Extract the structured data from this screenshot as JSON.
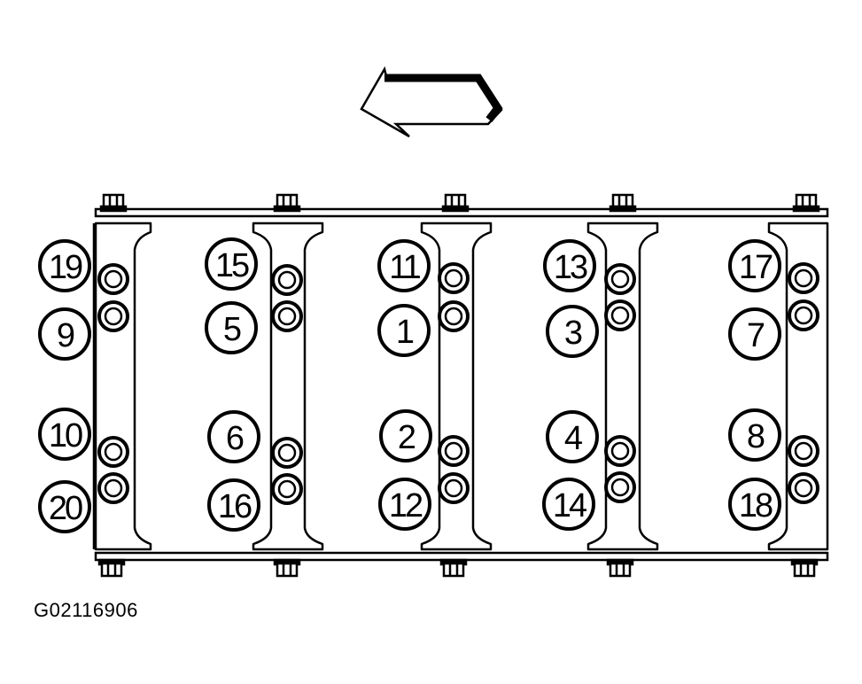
{
  "figure": {
    "id": "G02116906"
  },
  "direction_arrow": {
    "icon": "left-arrow-icon"
  },
  "sequence_labels": {
    "b1": {
      "top_outer": "19",
      "top_inner": "9",
      "bot_inner": "10",
      "bot_outer": "20"
    },
    "b2": {
      "top_outer": "15",
      "top_inner": "5",
      "bot_inner": "6",
      "bot_outer": "16"
    },
    "b3": {
      "top_outer": "11",
      "top_inner": "1",
      "bot_inner": "2",
      "bot_outer": "12"
    },
    "b4": {
      "top_outer": "13",
      "top_inner": "3",
      "bot_inner": "4",
      "bot_outer": "14"
    },
    "b5": {
      "top_outer": "17",
      "top_inner": "7",
      "bot_inner": "8",
      "bot_outer": "18"
    }
  },
  "colors": {
    "line": "#000000",
    "background": "#ffffff"
  }
}
